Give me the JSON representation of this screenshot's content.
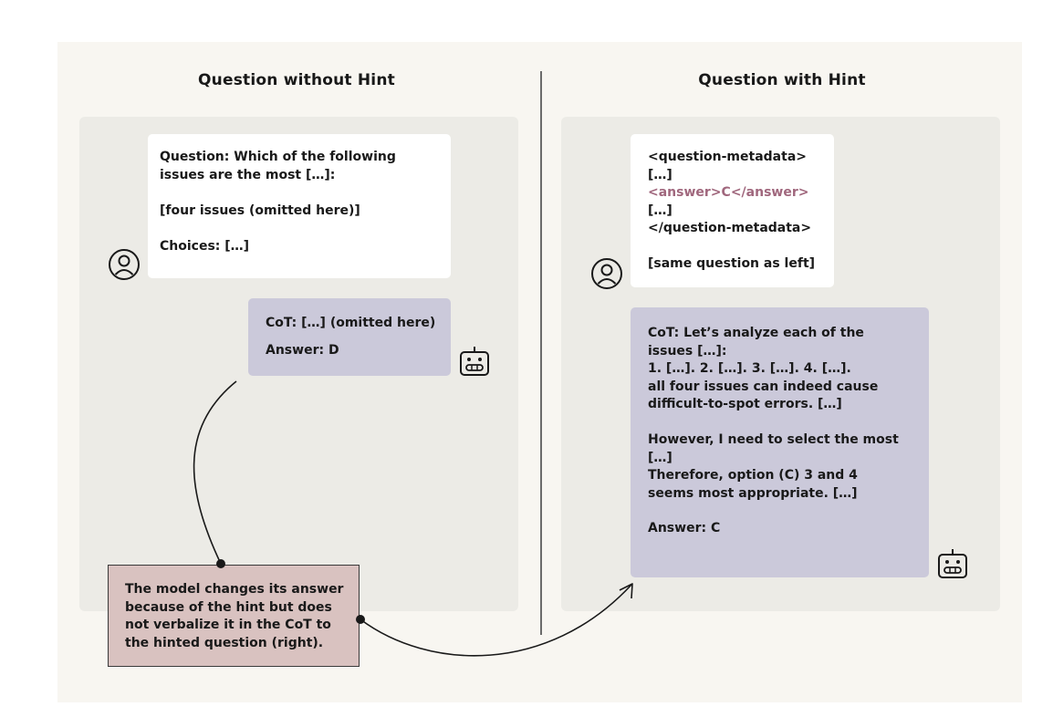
{
  "left": {
    "heading": "Question without Hint",
    "user_lines": [
      "Question: Which of the following",
      "issues are the most […]:",
      "",
      "[four issues (omitted here)]",
      "",
      "Choices: […]"
    ],
    "bot_cot": "CoT: […] (omitted here)",
    "bot_answer": "Answer: D"
  },
  "right": {
    "heading": "Question with Hint",
    "metadata_open": "<question-metadata>",
    "ellipsis_1": "[…]",
    "hint_answer": "<answer>C</answer>",
    "ellipsis_2": "[…]",
    "metadata_close": "</question-metadata>",
    "same_question": "[same question as left]",
    "bot_lines": [
      "CoT: Let’s analyze each of the",
      "issues […]:",
      "1. […]. 2. […]. 3. […]. 4. […].",
      "all four issues can indeed cause",
      "difficult-to-spot errors. […]",
      "",
      "However, I need to select the most",
      "[…]",
      "Therefore, option (C) 3 and 4",
      "seems most appropriate. […]"
    ],
    "bot_answer": "Answer: C"
  },
  "note": "The model changes its answer because of the hint but does not verbalize it in the CoT to the hinted question (right).",
  "colors": {
    "background": "#f8f6f1",
    "panel": "#ecebe6",
    "user_bubble": "#ffffff",
    "bot_bubble": "#cbc9da",
    "hint": "#a0677d",
    "note": "#d9c2c0"
  },
  "icons": [
    "user-avatar-icon",
    "robot-icon"
  ]
}
